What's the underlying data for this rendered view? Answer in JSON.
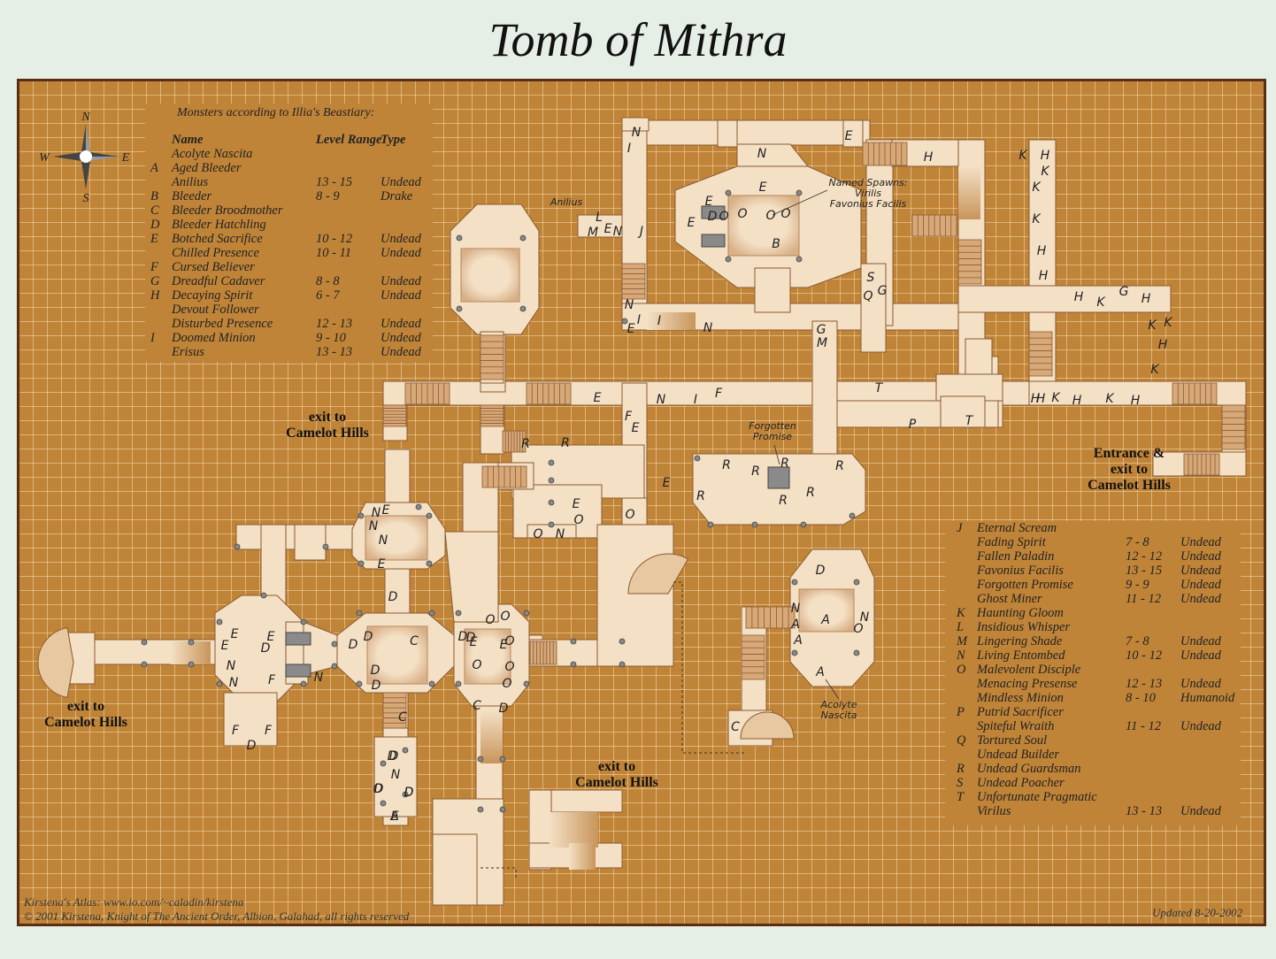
{
  "title": "Tomb of Mithra",
  "colors": {
    "floor": "#f4e0c4",
    "background": "#c08438",
    "border": "#5a2e12",
    "stairs": "#c39068"
  },
  "compass": {
    "n": "N",
    "s": "S",
    "e": "E",
    "w": "W"
  },
  "legend_left": {
    "caption": "Monsters according to Illia's Beastiary:",
    "headers": {
      "name": "Name",
      "level": "Level Range",
      "type": "Type"
    },
    "rows": [
      {
        "key": "",
        "name": "Acolyte Nascita",
        "level": "",
        "type": ""
      },
      {
        "key": "A",
        "name": "Aged Bleeder",
        "level": "",
        "type": ""
      },
      {
        "key": "",
        "name": "Anilius",
        "level": "13 - 15",
        "type": "Undead"
      },
      {
        "key": "B",
        "name": "Bleeder",
        "level": "8 - 9",
        "type": "Drake"
      },
      {
        "key": "C",
        "name": "Bleeder Broodmother",
        "level": "",
        "type": ""
      },
      {
        "key": "D",
        "name": "Bleeder Hatchling",
        "level": "",
        "type": ""
      },
      {
        "key": "E",
        "name": "Botched Sacrifice",
        "level": "10 - 12",
        "type": "Undead"
      },
      {
        "key": "",
        "name": "Chilled Presence",
        "level": "10 - 11",
        "type": "Undead"
      },
      {
        "key": "F",
        "name": "Cursed Believer",
        "level": "",
        "type": ""
      },
      {
        "key": "G",
        "name": "Dreadful Cadaver",
        "level": "8 - 8",
        "type": "Undead"
      },
      {
        "key": "H",
        "name": "Decaying Spirit",
        "level": "6 - 7",
        "type": "Undead"
      },
      {
        "key": "",
        "name": "Devout Follower",
        "level": "",
        "type": ""
      },
      {
        "key": "",
        "name": "Disturbed Presence",
        "level": "12 - 13",
        "type": "Undead"
      },
      {
        "key": "I",
        "name": "Doomed Minion",
        "level": "9 - 10",
        "type": "Undead"
      },
      {
        "key": "",
        "name": "Erisus",
        "level": "13 - 13",
        "type": "Undead"
      }
    ]
  },
  "legend_right": {
    "rows": [
      {
        "key": "J",
        "name": "Eternal Scream",
        "level": "",
        "type": ""
      },
      {
        "key": "",
        "name": "Fading Spirit",
        "level": "7 - 8",
        "type": "Undead"
      },
      {
        "key": "",
        "name": "Fallen Paladin",
        "level": "12 - 12",
        "type": "Undead"
      },
      {
        "key": "",
        "name": "Favonius Facilis",
        "level": "13 - 15",
        "type": "Undead"
      },
      {
        "key": "",
        "name": "Forgotten Promise",
        "level": "9 - 9",
        "type": "Undead"
      },
      {
        "key": "",
        "name": "Ghost Miner",
        "level": "11 - 12",
        "type": "Undead"
      },
      {
        "key": "K",
        "name": "Haunting Gloom",
        "level": "",
        "type": ""
      },
      {
        "key": "L",
        "name": "Insidious Whisper",
        "level": "",
        "type": ""
      },
      {
        "key": "M",
        "name": "Lingering Shade",
        "level": "7 - 8",
        "type": "Undead"
      },
      {
        "key": "N",
        "name": "Living Entombed",
        "level": "10 - 12",
        "type": "Undead"
      },
      {
        "key": "O",
        "name": "Malevolent Disciple",
        "level": "",
        "type": ""
      },
      {
        "key": "",
        "name": "Menacing Presense",
        "level": "12 - 13",
        "type": "Undead"
      },
      {
        "key": "",
        "name": "Mindless Minion",
        "level": "8 - 10",
        "type": "Humanoid"
      },
      {
        "key": "P",
        "name": "Putrid Sacrificer",
        "level": "",
        "type": ""
      },
      {
        "key": "",
        "name": "Spiteful Wraith",
        "level": "11 - 12",
        "type": "Undead"
      },
      {
        "key": "Q",
        "name": "Tortured Soul",
        "level": "",
        "type": ""
      },
      {
        "key": "",
        "name": "Undead Builder",
        "level": "",
        "type": ""
      },
      {
        "key": "R",
        "name": "Undead Guardsman",
        "level": "",
        "type": ""
      },
      {
        "key": "S",
        "name": "Undead Poacher",
        "level": "",
        "type": ""
      },
      {
        "key": "T",
        "name": "Unfortunate Pragmatic",
        "level": "",
        "type": ""
      },
      {
        "key": "",
        "name": "Virilus",
        "level": "13 - 13",
        "type": "Undead"
      }
    ]
  },
  "captions": {
    "exit_center": [
      "exit to",
      "Camelot Hills"
    ],
    "exit_left": [
      "exit to",
      "Camelot Hills"
    ],
    "exit_bottom": [
      "exit to",
      "Camelot Hills"
    ],
    "entrance": [
      "Entrance &",
      "exit to",
      "Camelot Hills"
    ]
  },
  "annotations": {
    "named_spawns": [
      "Named Spawns:",
      "Virilis",
      "Favonius Facilis"
    ],
    "anilius": "Anilius",
    "forgotten_promise": [
      "Forgotten",
      "Promise"
    ],
    "acolyte_nascita": [
      "Acolyte",
      "Nascita"
    ]
  },
  "map_letters": "NINEHKHKKKHHHKGHKKHKHKHKHHTPTSQGGMEBOOOOEEJNLMENIEINFENIFEEORRRRRRRRREOONNNNEDCEDDOOOOOODECDDDNEDEENNFFFDDNODECDEDOANNAAACDDDDAAOOOOO",
  "footer": {
    "atlas": "Kirstena's Atlas:  www.io.com/~caladin/kirstena",
    "copyright": "© 2001 Kirstena, Knight of The Ancient Order, Albion, Galahad, all rights reserved",
    "updated": "Updated 8-20-2002"
  }
}
